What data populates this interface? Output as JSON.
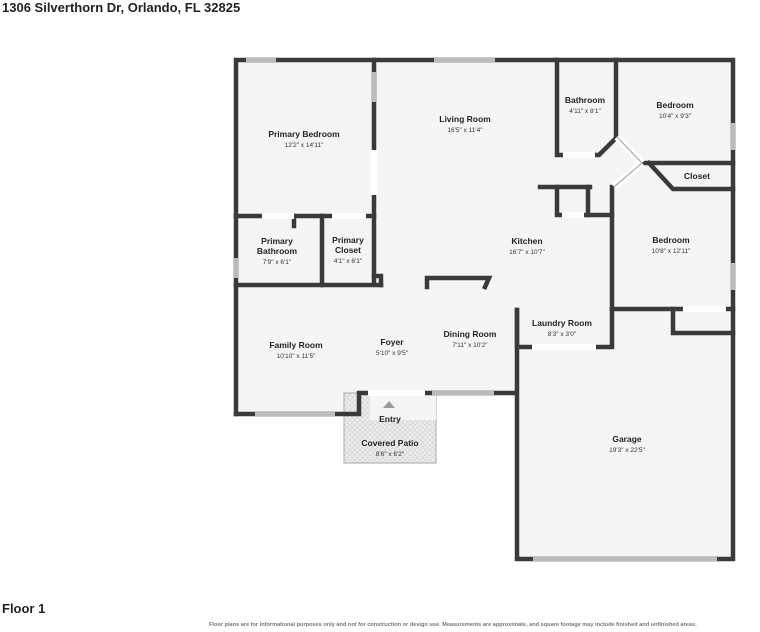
{
  "header": {
    "address": "1306 Silverthorn Dr, Orlando, FL 32825"
  },
  "footer": {
    "floor": "Floor 1",
    "disclaimer": "Floor plans are for informational purposes only and not for construction or design use. Measurements are approximate, and square footage may include finished and unfinished areas."
  },
  "colors": {
    "wall": "#3a3a3a",
    "floor": "#f5f5f5",
    "window": "#bcbcbc",
    "patio": "#e2e2e2"
  },
  "rooms": [
    {
      "id": "primary-bedroom",
      "name": [
        "Primary Bedroom"
      ],
      "dim": "12'2\" x 14'11\""
    },
    {
      "id": "living-room",
      "name": [
        "Living Room"
      ],
      "dim": "16'5\" x 11'4\""
    },
    {
      "id": "bathroom",
      "name": [
        "Bathroom"
      ],
      "dim": "4'11\" x 8'1\""
    },
    {
      "id": "bedroom-2",
      "name": [
        "Bedroom"
      ],
      "dim": "10'4\" x 9'3\""
    },
    {
      "id": "closet",
      "name": [
        "Closet"
      ],
      "dim": ""
    },
    {
      "id": "primary-bathroom",
      "name": [
        "Primary",
        "Bathroom"
      ],
      "dim": "7'9\" x 6'1\""
    },
    {
      "id": "primary-closet",
      "name": [
        "Primary",
        "Closet"
      ],
      "dim": "4'1\" x 6'1\""
    },
    {
      "id": "kitchen",
      "name": [
        "Kitchen"
      ],
      "dim": "16'7\" x 10'7\""
    },
    {
      "id": "bedroom-3",
      "name": [
        "Bedroom"
      ],
      "dim": "10'8\" x 12'11\""
    },
    {
      "id": "laundry-room",
      "name": [
        "Laundry Room"
      ],
      "dim": "8'3\" x 3'0\""
    },
    {
      "id": "family-room",
      "name": [
        "Family Room"
      ],
      "dim": "10'10\" x 11'5\""
    },
    {
      "id": "foyer",
      "name": [
        "Foyer"
      ],
      "dim": "5'10\" x 9'5\""
    },
    {
      "id": "dining-room",
      "name": [
        "Dining Room"
      ],
      "dim": "7'11\" x 10'2\""
    },
    {
      "id": "entry",
      "name": [
        "Entry"
      ],
      "dim": ""
    },
    {
      "id": "covered-patio",
      "name": [
        "Covered Patio"
      ],
      "dim": "8'6\" x 6'2\""
    },
    {
      "id": "garage",
      "name": [
        "Garage"
      ],
      "dim": "19'3\" x 22'5\""
    }
  ]
}
